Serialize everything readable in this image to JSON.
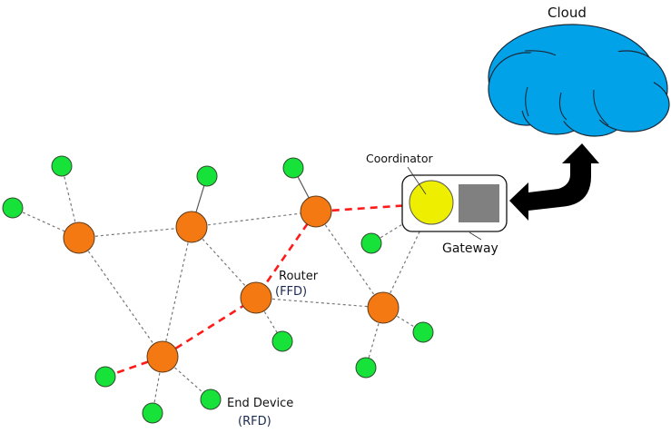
{
  "labels": {
    "cloud": "Cloud",
    "coordinator": "Coordinator",
    "gateway": "Gateway",
    "router_line1": "Router",
    "router_line2": "(FFD)",
    "end_device_line1": "End Device",
    "end_device_line2": "(RFD)"
  },
  "colors": {
    "router": "#f57912",
    "end_device": "#17e23a",
    "coordinator": "#eeee00",
    "gateway_module": "#808080",
    "cloud": "#02a2e8",
    "route_link": "#ff1a1a",
    "mesh_link": "#777777",
    "arrow": "#000000"
  },
  "legend_semantics": {
    "routers": "orange circles",
    "end_devices": "green circles",
    "active_route": "red dashed line from end device through routers to coordinator"
  }
}
